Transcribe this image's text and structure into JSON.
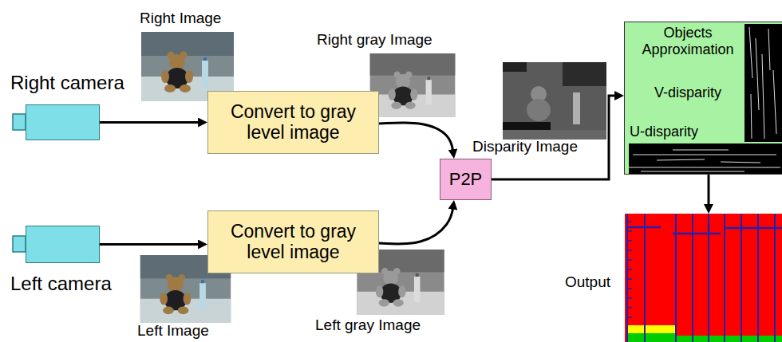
{
  "diagram": {
    "nodes": [
      {
        "text": [
          "Right camera"
        ]
      },
      {
        "text": [
          "Convert to gray level image"
        ]
      },
      {
        "text": [
          "Left camera"
        ]
      },
      {
        "text": [
          "Convert to gray level image"
        ]
      },
      {
        "text": [
          "P2P"
        ]
      },
      {
        "text": [
          "Objects Approximation",
          "V-disparity",
          "U-disparity"
        ]
      },
      {
        "text": [
          "Output"
        ]
      }
    ],
    "edges": [
      {
        "from": 0,
        "to": 1,
        "arrow": "to"
      },
      {
        "from": 1,
        "to": 4,
        "arrow": "to"
      },
      {
        "from": 2,
        "to": 3,
        "arrow": "to"
      },
      {
        "from": 3,
        "to": 4,
        "arrow": "to"
      },
      {
        "from": 4,
        "to": 5,
        "arrow": "to"
      },
      {
        "from": 5,
        "to": 6,
        "arrow": "to"
      }
    ],
    "labels": [
      "Right Image",
      "Right gray Image",
      "Disparity Image",
      "Left Image",
      "Left gray Image"
    ]
  }
}
